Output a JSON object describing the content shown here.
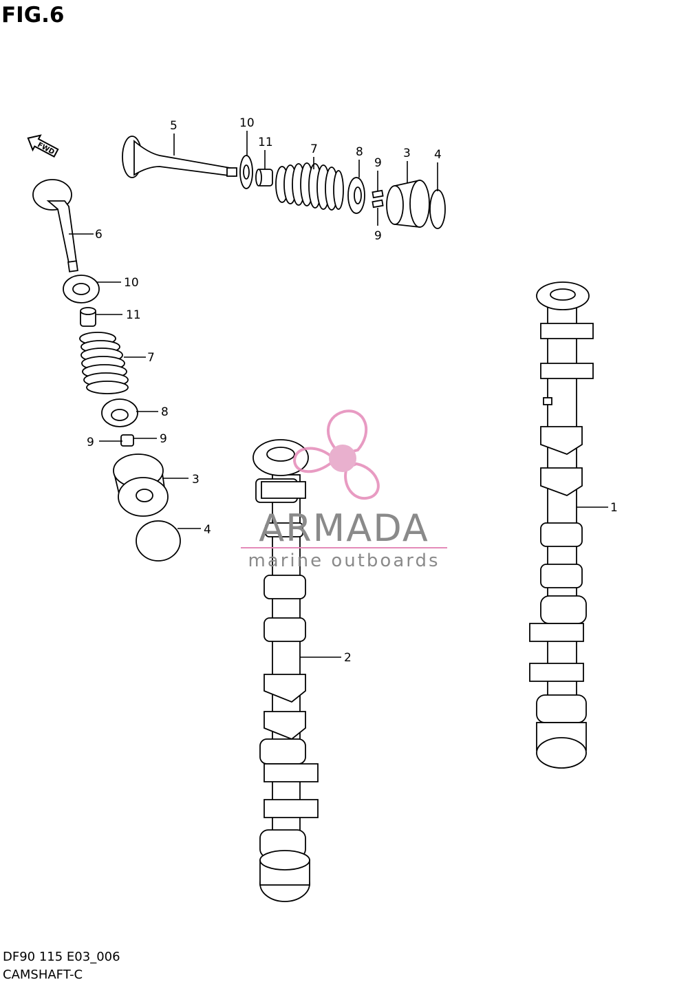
{
  "figure": {
    "title": "FIG.6",
    "code": "DF90 115 E03_006",
    "name": "CAMSHAFT-C"
  },
  "direction_marker": "FWD",
  "watermark": {
    "brand": "ARMADA",
    "tagline": "marine outboards",
    "accent_color": "#e48ab8",
    "text_color": "#8a8a8a"
  },
  "callouts": [
    "5",
    "10",
    "11",
    "7",
    "8",
    "9",
    "3",
    "4",
    "9",
    "6",
    "10",
    "11",
    "7",
    "8",
    "9",
    "9",
    "3",
    "4",
    "1",
    "2"
  ]
}
